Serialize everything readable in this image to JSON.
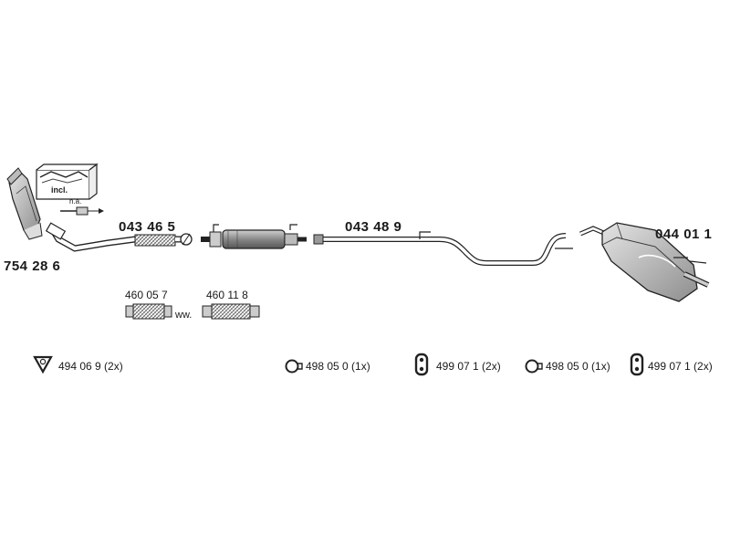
{
  "parts": {
    "catalyst": "754 28 6",
    "front_pipe": "043 46 5",
    "center_pipe": "043 48 9",
    "rear_muffler": "044 01 1",
    "flex_a": "460 05 7",
    "flex_b": "460 11 8"
  },
  "notes": {
    "incl": "incl.",
    "na": "n.a.",
    "ww": "ww."
  },
  "fittings": [
    {
      "icon": "gasket-triangle-icon",
      "label": "494 06 9  (2x)"
    },
    {
      "icon": "clamp-ring-icon",
      "label": "498 05 0 (1x)"
    },
    {
      "icon": "rubber-hanger-icon",
      "label": "499 07 1 (2x)"
    },
    {
      "icon": "clamp-ring-icon",
      "label": "498 05 0 (1x)"
    },
    {
      "icon": "rubber-hanger-icon",
      "label": "499 07 1 (2x)"
    }
  ]
}
